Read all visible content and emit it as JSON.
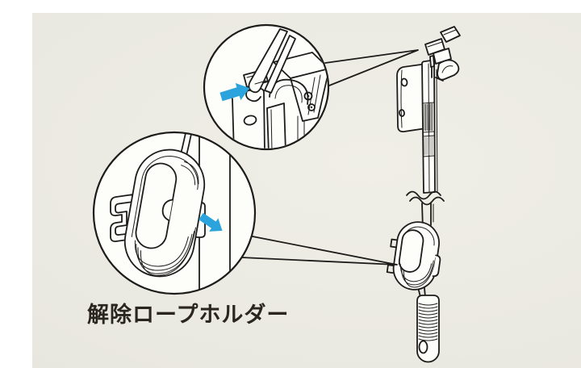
{
  "illustration": {
    "caption": "解除ロープホルダー",
    "colors": {
      "background_center": "#f0efe7",
      "background_edge": "#e3e2d9",
      "line": "#1d1c1a",
      "callout_fill": "#fdfdfa",
      "arrow_blue": "#2ba3dc",
      "caption_text": "#2b2520"
    },
    "icons": {
      "pointer_arrow": "solid-directional-arrow",
      "break_mark": "double-wave-break-lines"
    },
    "callouts": [
      {
        "id": "latch-detail"
      },
      {
        "id": "rope-holder-detail"
      }
    ]
  }
}
